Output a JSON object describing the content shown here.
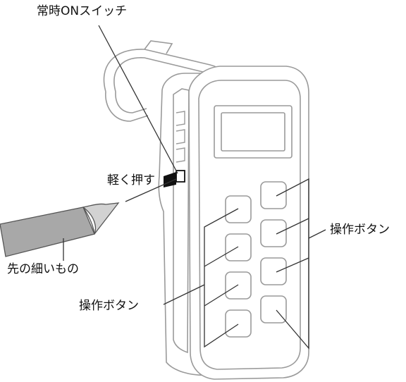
{
  "labels": {
    "always_on_switch": "常時ONスイッチ",
    "press_lightly": "軽く押す",
    "operation_buttons_right": "操作ボタン",
    "thin_object": "先の細いもの",
    "operation_buttons_left": "操作ボタン"
  },
  "colors": {
    "line": "#333333",
    "device_line": "#9a9a9a",
    "pen_body": "#a8a8a8",
    "pen_tip": "#d2d2d2",
    "switch": "#111111"
  }
}
